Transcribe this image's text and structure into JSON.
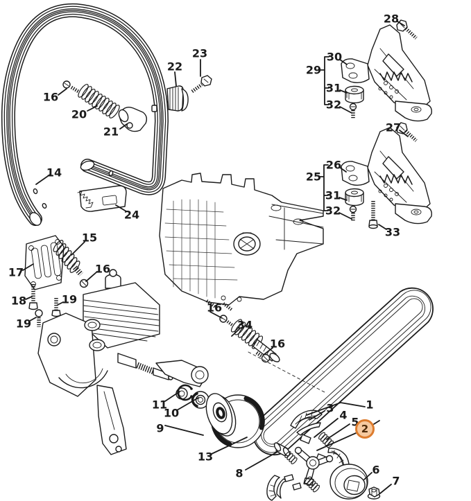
{
  "art": {
    "line_color": "#1a1a1a",
    "background_color": "#ffffff"
  },
  "highlight": {
    "part": "2",
    "ring_color": "#dd7c2e",
    "fill_color": "#f6c99f",
    "text_color": "#4d2a08"
  },
  "labels": {
    "p14": "14",
    "p16a": "16",
    "p20": "20",
    "p21": "21",
    "p22": "22",
    "p23": "23",
    "p28": "28",
    "p29": "29",
    "p30": "30",
    "p31a": "31",
    "p32a": "32",
    "p27": "27",
    "p25": "25",
    "p26": "26",
    "p31b": "31",
    "p32b": "32",
    "p33": "33",
    "p24": "24",
    "p15": "15",
    "p16b": "16",
    "p17": "17",
    "p18": "18",
    "p19a": "19",
    "p19b": "19",
    "p16c": "16",
    "p34": "34",
    "p16d": "16",
    "p11": "11",
    "p10": "10",
    "p9": "9",
    "p13": "13",
    "p8": "8",
    "p3": "3",
    "p4": "4",
    "p5": "5",
    "p1": "1",
    "p2": "2",
    "p6": "6",
    "p7": "7"
  }
}
